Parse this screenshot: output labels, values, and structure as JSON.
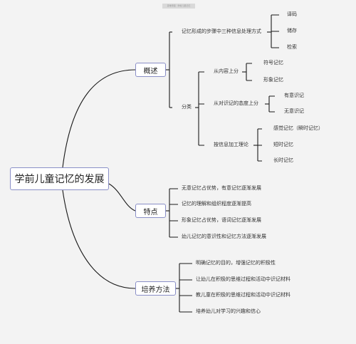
{
  "watermark": "思维导图 · 学前儿童记忆",
  "root": "学前儿童记忆的发展",
  "overview": {
    "label": "概述",
    "steps": "记忆形成的步骤中三种信息处理方式",
    "steps_items": [
      "译码",
      "储存",
      "检索"
    ],
    "classify": "分类",
    "by_content": "从内容上分",
    "by_content_items": [
      "符号记忆",
      "形象记忆"
    ],
    "by_attitude": "从对识记的态度上分",
    "by_attitude_items": [
      "有意识记",
      "无意识记"
    ],
    "by_processing": "按信息加工理论",
    "by_processing_items": [
      "感觉记忆（瞬时记忆）",
      "短时记忆",
      "长时记忆"
    ]
  },
  "features": {
    "label": "特点",
    "items": [
      "无意记忆占优势，有意记忆逐渐发展",
      "记忆的理解和组织程度逐渐提高",
      "形象记忆占优势，语词记忆逐渐发展",
      "幼儿记忆的意识性和记忆方法逐渐发展"
    ]
  },
  "cultivation": {
    "label": "培养方法",
    "items": [
      "明确记忆的目的，增强记忆的积极性",
      "让幼儿在积极的思维过程和活动中识记材料",
      "教儿童在积极的思维过程和活动中识记材料",
      "培养幼儿对学习的兴趣和信心"
    ]
  }
}
